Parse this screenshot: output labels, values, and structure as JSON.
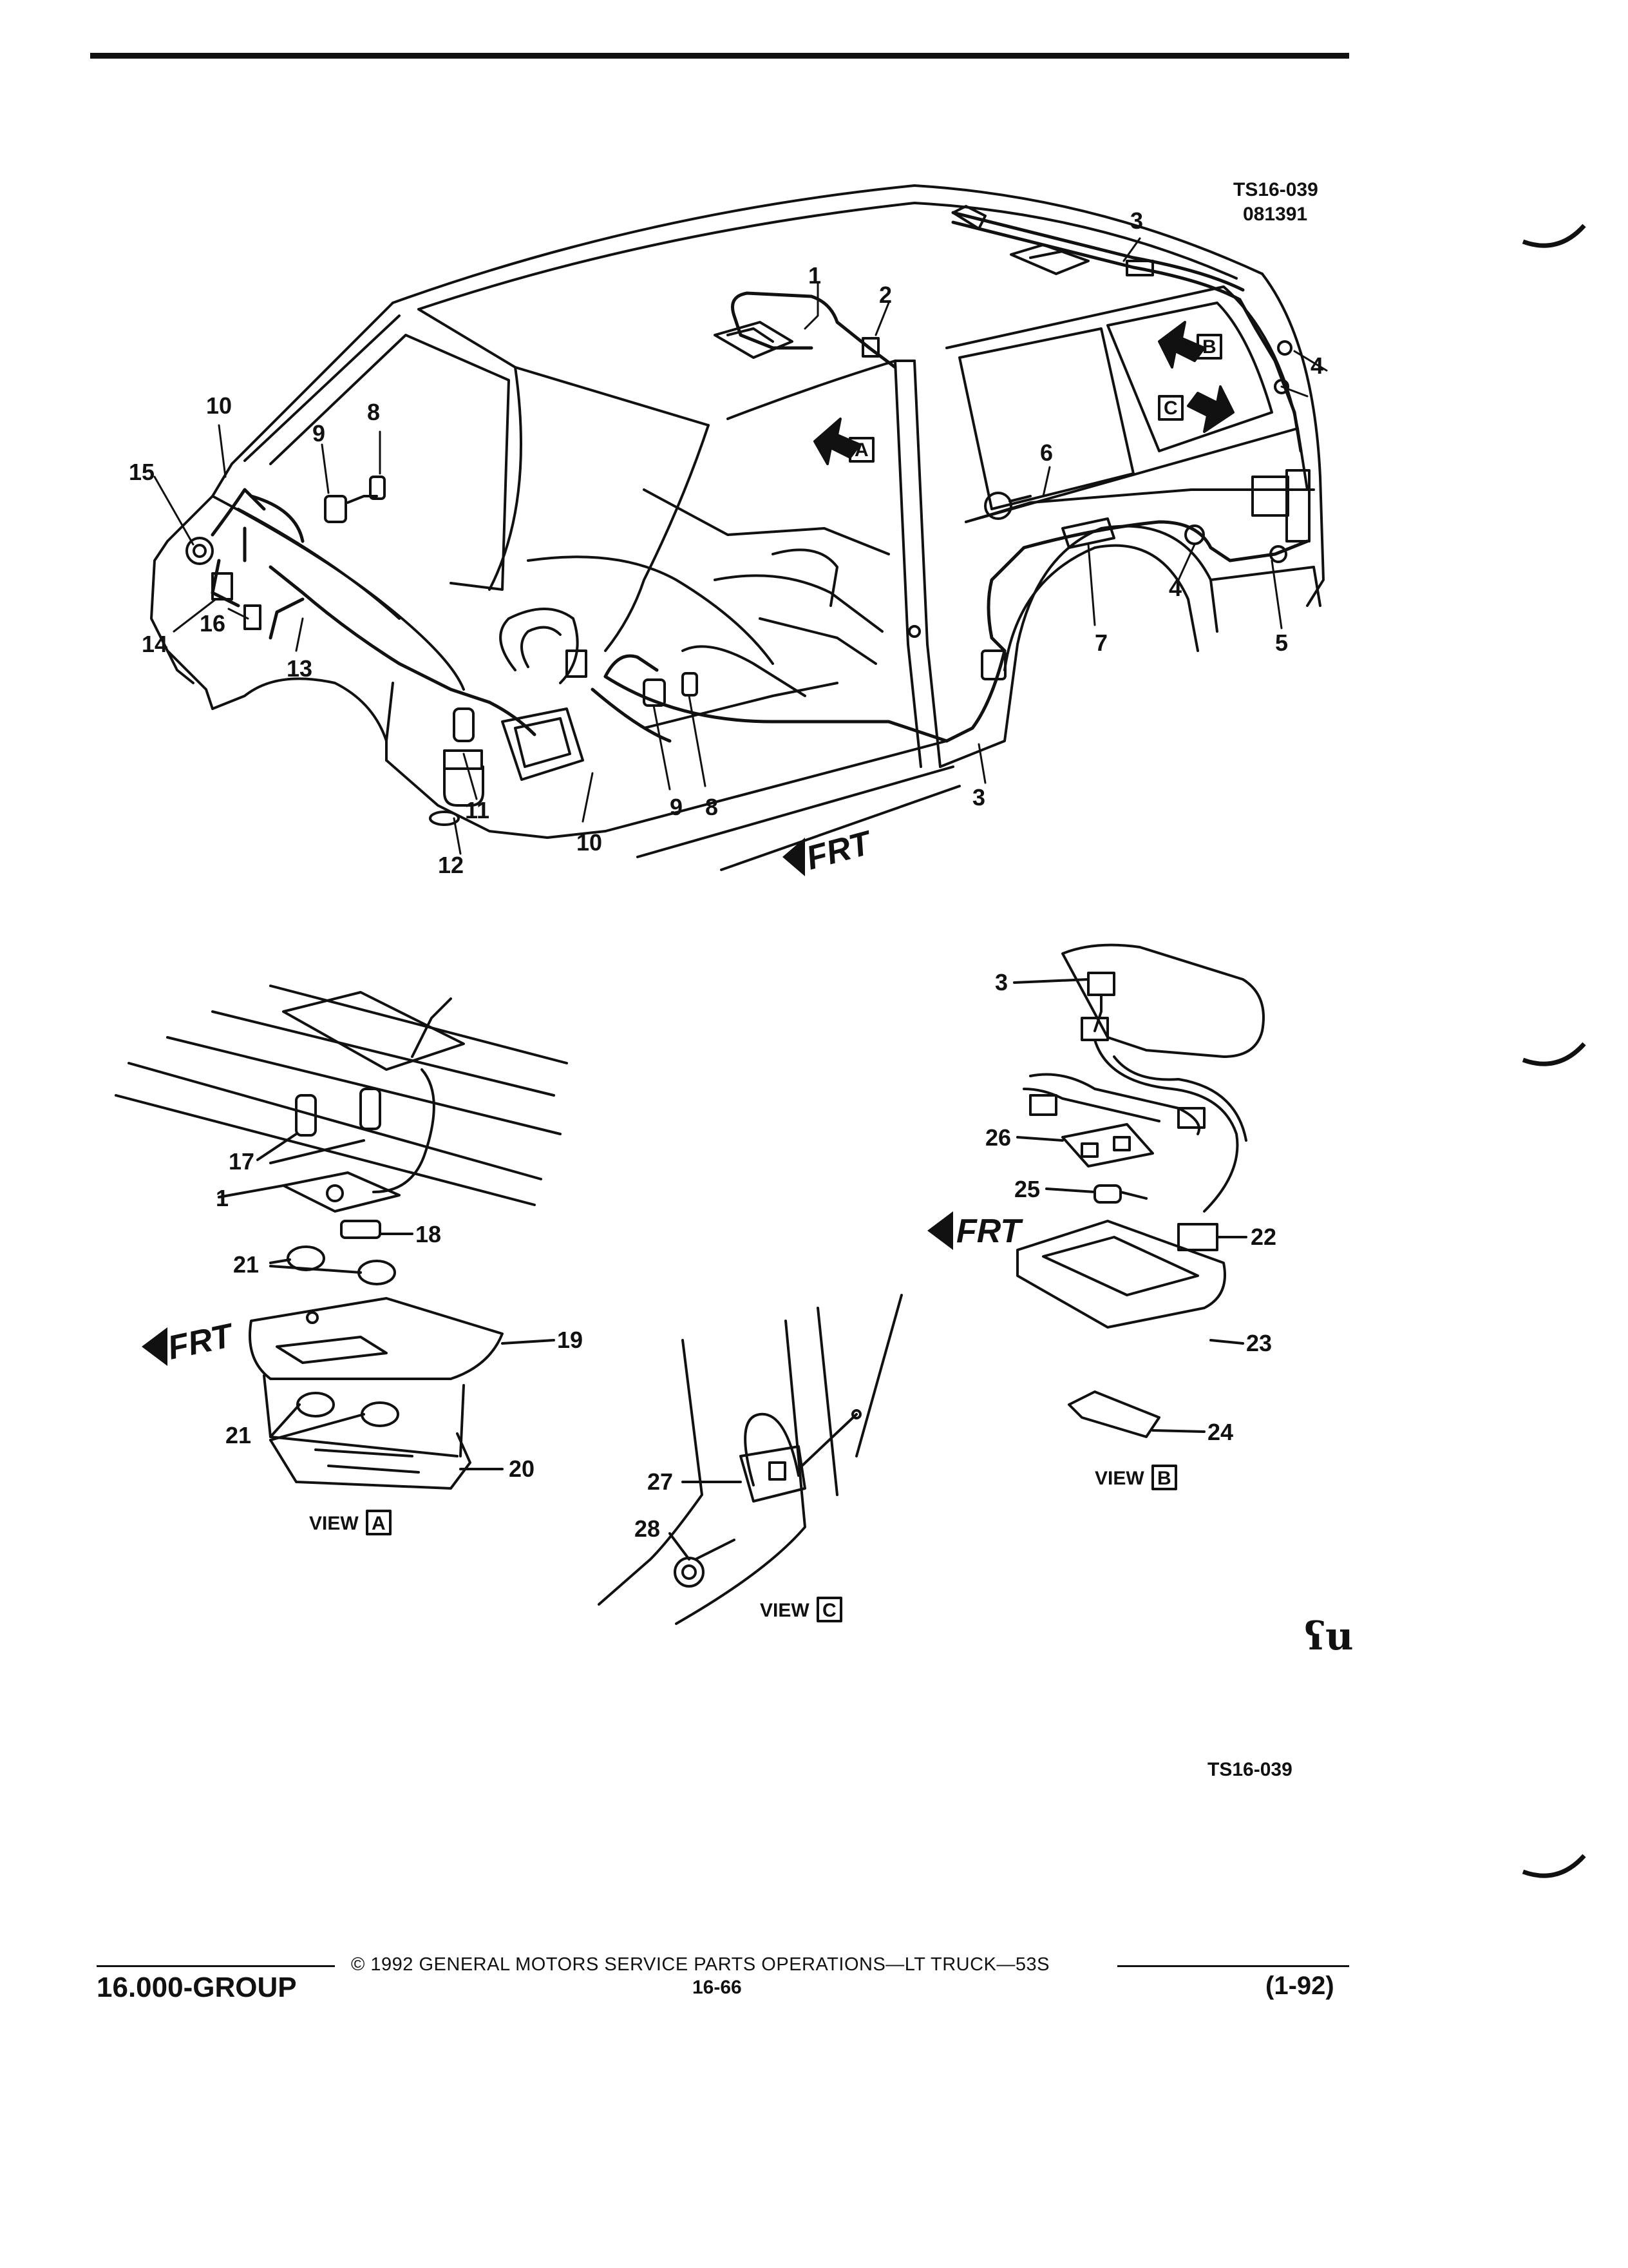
{
  "header": {
    "code": "TS16-039",
    "date_code": "081391"
  },
  "figure_code": "TS16-039",
  "callouts": [
    "1",
    "2",
    "3",
    "4",
    "5",
    "6",
    "7",
    "8",
    "9",
    "10",
    "11",
    "12",
    "13",
    "14",
    "15",
    "16",
    "17",
    "18",
    "19",
    "20",
    "21",
    "22",
    "23",
    "24",
    "25",
    "26",
    "27",
    "28"
  ],
  "view_refs": [
    "A",
    "B",
    "C"
  ],
  "views": {
    "a": {
      "label": "VIEW",
      "letter": "A"
    },
    "b": {
      "label": "VIEW",
      "letter": "B"
    },
    "c": {
      "label": "VIEW",
      "letter": "C"
    }
  },
  "frt_label": "FRT",
  "logo_text": "ʕu",
  "footer": {
    "copyright": "©  1992  GENERAL MOTORS SERVICE PARTS OPERATIONS—LT TRUCK—53S",
    "group": "16.000-GROUP",
    "page": "16-66",
    "date": "(1-92)"
  }
}
